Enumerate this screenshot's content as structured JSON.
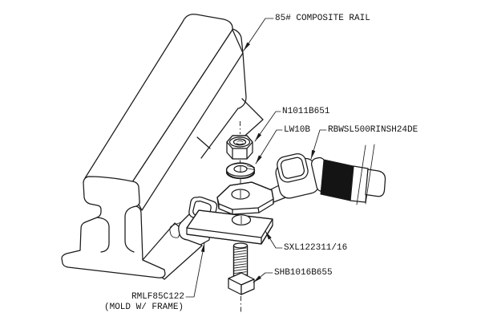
{
  "diagram": {
    "type": "exploded-parts-diagram",
    "background": "#ffffff",
    "line_color": "#1a1a1a",
    "shrink_sleeve_color": "#141414",
    "labels": {
      "rail": "85# COMPOSITE RAIL",
      "nut": "N1011B651",
      "lock_washer": "LW10B",
      "rail_bond": "RBWSL500RINSH24DE",
      "plate": "SXL122311/16",
      "square_head_bolt": "SHB1016B655",
      "mold_frame_name": "RMLF85C122",
      "mold_frame_note": "(MOLD W/ FRAME)"
    }
  }
}
